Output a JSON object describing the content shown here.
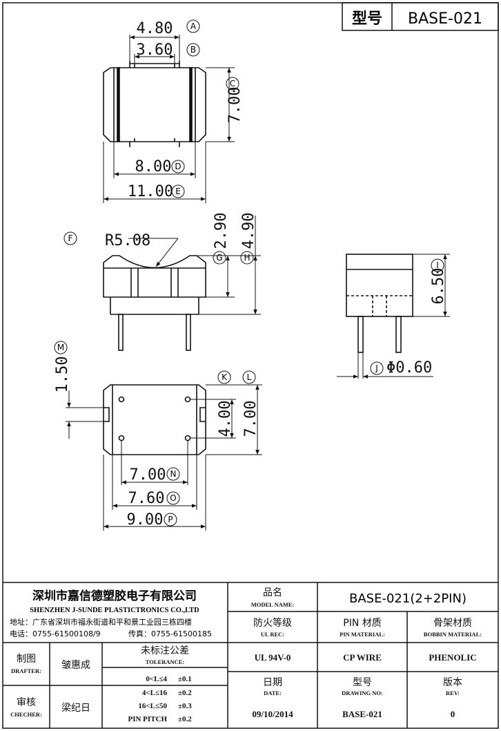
{
  "header": {
    "type_label": "型号",
    "type_value": "BASE-021"
  },
  "dimensions": {
    "A": "4.80",
    "B": "3.60",
    "C": "7.00",
    "D": "8.00",
    "E": "11.00",
    "F": "R5.08",
    "G": "2.90",
    "H": "4.90",
    "I": "6.50",
    "J": "Φ0.60",
    "K": "",
    "L": "7.00",
    "M": "1.50",
    "N": "7.00",
    "O": "7.60",
    "P": "9.00",
    "KL_inner": "4.00"
  },
  "markers": {
    "A": "A",
    "B": "B",
    "C": "C",
    "D": "D",
    "E": "E",
    "F": "F",
    "G": "G",
    "H": "H",
    "I": "I",
    "J": "J",
    "K": "K",
    "L": "L",
    "M": "M",
    "N": "N",
    "O": "O",
    "P": "P"
  },
  "company": {
    "name_cn": "深圳市嘉信德塑胶电子有限公司",
    "name_en": "SHENZHEN J-SUNDE PLASTICTRONICS CO.,LTD",
    "address": "地址：广东省深圳市福永街道和平和景工业园三栋四楼",
    "phone": "电话：0755-61500108/9",
    "fax": "传真：0755-61500185"
  },
  "title_block": {
    "model_name_cn": "品名",
    "model_name_en": "MODEL NAME:",
    "model_name_value": "BASE-021(2+2PIN)",
    "ul_rec_cn": "防火等级",
    "ul_rec_en": "UL REC:",
    "ul_rec_value": "UL 94V-0",
    "pin_material_cn": "PIN 材质",
    "pin_material_en": "PIN MATERIAL:",
    "pin_material_value": "CP WIRE",
    "bobbin_material_cn": "骨架材质",
    "bobbin_material_en": "BOBBIN MATERIAL:",
    "bobbin_material_value": "PHENOLIC",
    "drafter_cn": "制图",
    "drafter_en": "DRAFTER:",
    "drafter_value": "皱惠成",
    "checker_cn": "审核",
    "checker_en": "CHECHER:",
    "checker_value": "梁纪日",
    "tolerance_cn": "未标注公差",
    "tolerance_en": "TOLERANCE:",
    "tolerance_rows": [
      {
        "range": "0<L≤4",
        "value": "±0.1"
      },
      {
        "range": "4<L≤16",
        "value": "±0.2"
      },
      {
        "range": "16<L≤50",
        "value": "±0.3"
      },
      {
        "range": "PIN PITCH",
        "value": "±0.2"
      }
    ],
    "date_cn": "日期",
    "date_en": "DATE:",
    "date_value": "09/10/2014",
    "drawing_no_cn": "型号",
    "drawing_no_en": "DRAWING NO:",
    "drawing_no_value": "BASE-021",
    "rev_cn": "版本",
    "rev_en": "REV:",
    "rev_value": "0"
  }
}
